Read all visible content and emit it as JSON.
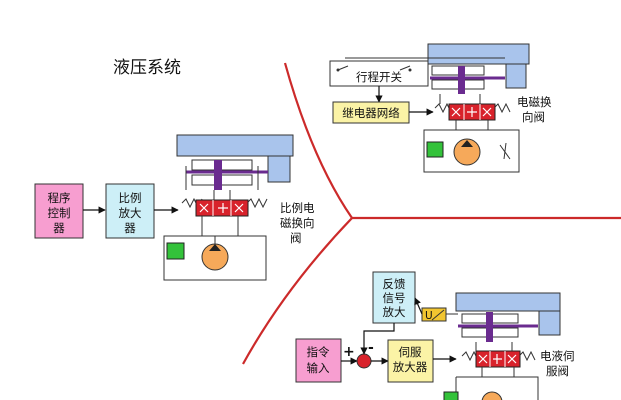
{
  "title": "液压系统",
  "proportional": {
    "controller": [
      "程序",
      "控制",
      "器"
    ],
    "amplifier": [
      "比例",
      "放大",
      "器"
    ],
    "valve_label": [
      "比例电",
      "磁换向",
      "阀"
    ]
  },
  "relay": {
    "limit_switch": "行程开关",
    "relay_network": "继电器网络",
    "valve_label": [
      "电磁换",
      "向阀"
    ]
  },
  "servo": {
    "feedback_amp": [
      "反馈",
      "信号",
      "放大"
    ],
    "command_input": [
      "指令",
      "输入"
    ],
    "servo_amp": [
      "伺服",
      "放大器"
    ],
    "valve_label": [
      "电液伺",
      "服阀"
    ],
    "plus_sign": "+",
    "minus_sign": "-",
    "sensor_mark": "U"
  },
  "colors": {
    "cylinder": "#a9c4ec",
    "controller_box": "#f79ed0",
    "amplifier_box": "#cdeff7",
    "relay_box": "#fbf3a6",
    "valve_red": "#d8222b",
    "check_green": "#33c23a",
    "pump_orange": "#f6a95a",
    "divider_red": "#cc2a2a",
    "purple": "#6a2b8f",
    "sensor_yellow": "#f2c530"
  }
}
